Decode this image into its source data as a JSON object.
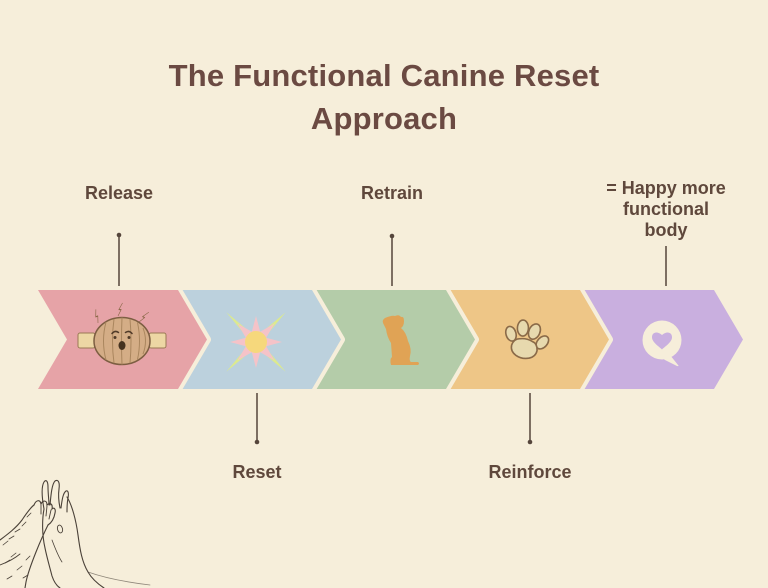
{
  "title": "The Functional Canine Reset Approach",
  "steps": [
    {
      "label": "Release",
      "label_position": "above",
      "color": "#e6a3a7",
      "icon": "stressed-muscle-icon"
    },
    {
      "label": "Reset",
      "label_position": "below",
      "color": "#bcd1dd",
      "icon": "energy-burst-icon"
    },
    {
      "label": "Retrain",
      "label_position": "above",
      "color": "#b4cca9",
      "icon": "sitting-dog-icon"
    },
    {
      "label": "Reinforce",
      "label_position": "below",
      "color": "#eec687",
      "icon": "paw-print-icon"
    },
    {
      "label": "= Happy more functional body",
      "label_position": "above",
      "color": "#c9afdf",
      "icon": "heart-speech-bubble-icon"
    }
  ],
  "colors": {
    "background": "#f6eeda",
    "title_text": "#6b4a42",
    "label_text": "#5f483c",
    "connector": "#55453b",
    "icon_outline": "#7d5e42",
    "icon_tan": "#d4ad86",
    "tendon": "#edd7a4",
    "burst_rays": "#dcea8e",
    "burst_star": "#f5c3c8",
    "burst_center": "#f6d87c",
    "dog_silhouette": "#e0a355",
    "paw_fill": "#e7d9ae",
    "sketch_line": "#4a4138"
  }
}
